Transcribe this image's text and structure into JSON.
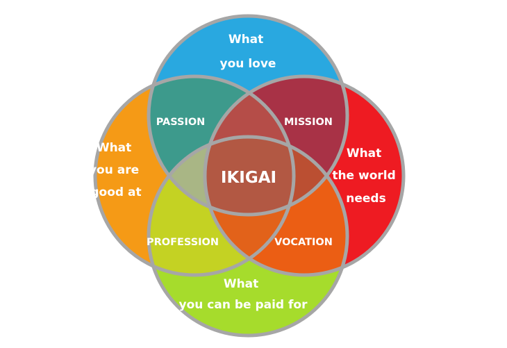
{
  "diagram": {
    "center_label": "IKIGAI",
    "circles": [
      {
        "key": "top",
        "lines": [
          "What",
          "you love"
        ],
        "color": "#29a8e0"
      },
      {
        "key": "left",
        "lines": [
          "What",
          "you are",
          "good at"
        ],
        "color": "#f59a16"
      },
      {
        "key": "right",
        "lines": [
          "What",
          "the world",
          "needs"
        ],
        "color": "#ee1b22"
      },
      {
        "key": "bottom",
        "lines": [
          "What",
          "you can be paid for"
        ],
        "color": "#a6dc2c"
      }
    ],
    "overlaps": [
      {
        "key": "passion",
        "label": "PASSION",
        "color": "#3d9a8c"
      },
      {
        "key": "mission",
        "label": "MISSION",
        "color": "#a83246"
      },
      {
        "key": "profession",
        "label": "PROFESSION",
        "color": "#c4d223"
      },
      {
        "key": "vocation",
        "label": "VOCATION",
        "color": "#eb5e14"
      }
    ],
    "inner_colors": {
      "top": "#b54d48",
      "left": "#a9b685",
      "right": "#bb4f32",
      "bottom": "#e2621a",
      "center": "#b25843"
    }
  }
}
